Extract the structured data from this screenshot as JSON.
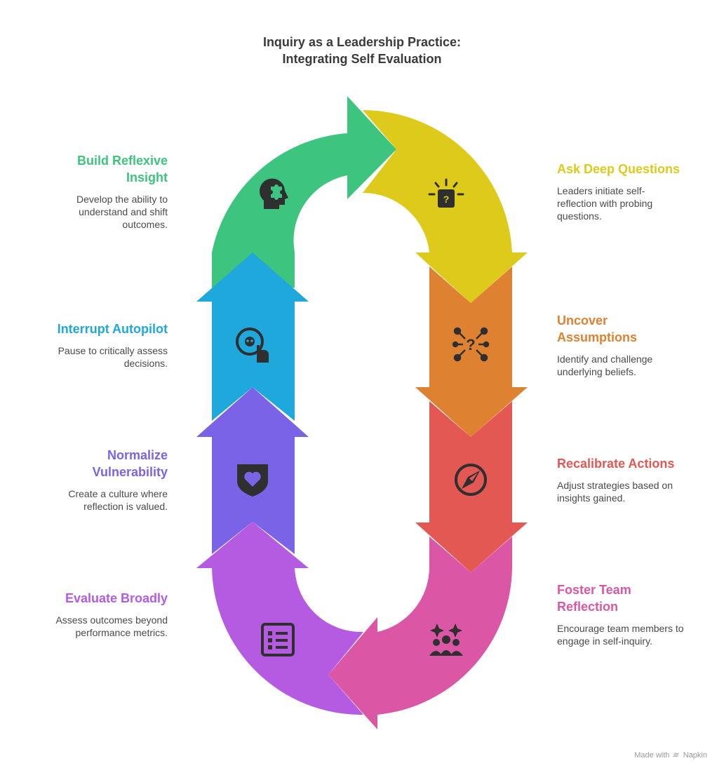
{
  "title": {
    "line1": "Inquiry as a Leadership Practice:",
    "line2": "Integrating Self Evaluation"
  },
  "steps": [
    {
      "id": "ask",
      "title": "Ask Deep Questions",
      "description": "Leaders initiate self-reflection with probing questions.",
      "color": "#DDCA1A",
      "icon": "lightbulb-question-icon"
    },
    {
      "id": "uncover",
      "title": "Uncover Assumptions",
      "description": "Identify and challenge underlying beliefs.",
      "color": "#DE8231",
      "icon": "network-question-icon"
    },
    {
      "id": "recalibrate",
      "title": "Recalibrate Actions",
      "description": "Adjust strategies based on insights gained.",
      "color": "#E35852",
      "icon": "compass-icon"
    },
    {
      "id": "foster",
      "title": "Foster Team Reflection",
      "description": "Encourage team members to engage in self-inquiry.",
      "color": "#DB57A6",
      "icon": "team-sparkle-icon"
    },
    {
      "id": "evaluate",
      "title": "Evaluate Broadly",
      "description": "Assess outcomes beyond performance metrics.",
      "color": "#B45BE2",
      "icon": "checklist-icon"
    },
    {
      "id": "normalize",
      "title": "Normalize Vulnerability",
      "description": "Create a culture where reflection is valued.",
      "color": "#7B63E8",
      "icon": "heart-shield-icon"
    },
    {
      "id": "interrupt",
      "title": "Interrupt Autopilot",
      "description": "Pause to critically assess decisions.",
      "color": "#1FA8DB",
      "icon": "robot-click-icon"
    },
    {
      "id": "build",
      "title": "Build Reflexive Insight",
      "description": "Develop the ability to understand and shift outcomes.",
      "color": "#3DC47E",
      "icon": "head-puzzle-icon"
    }
  ],
  "footer": {
    "made_with": "Made with",
    "brand": "Napkin"
  }
}
